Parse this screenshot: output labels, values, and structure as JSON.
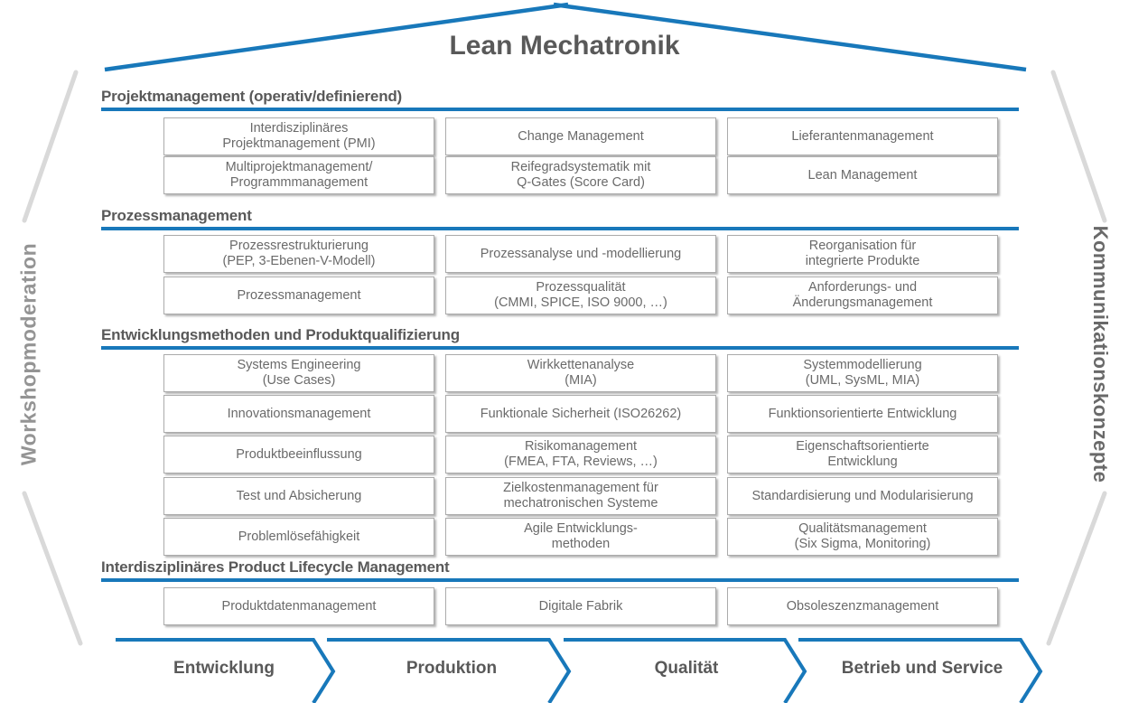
{
  "title": "Lean Mechatronik",
  "side_labels": {
    "left": "Workshopmoderation",
    "right": "Kommunikationskonzepte"
  },
  "colors": {
    "accent_blue": "#1878ba",
    "heading_gray": "#595959",
    "box_text_gray": "#6a6a6a",
    "corner_line_gray": "#d9d9d9"
  },
  "sections": [
    {
      "header": "Projektmanagement (operativ/definierend)",
      "rows": [
        [
          "Interdisziplinäres\nProjektmanagement (PMI)",
          "Change Management",
          "Lieferantenmanagement"
        ],
        [
          "Multiprojektmanagement/\nProgrammmanagement",
          "Reifegradsystematik mit\nQ-Gates (Score Card)",
          "Lean Management"
        ]
      ]
    },
    {
      "header": "Prozessmanagement",
      "rows": [
        [
          "Prozessrestrukturierung\n(PEP, 3-Ebenen-V-Modell)",
          "Prozessanalyse und -modellierung",
          "Reorganisation für\nintegrierte Produkte"
        ],
        [
          "Prozessmanagement",
          "Prozessqualität\n(CMMI, SPICE, ISO 9000, …)",
          "Anforderungs- und\nÄnderungsmanagement"
        ]
      ]
    },
    {
      "header": "Entwicklungsmethoden und Produktqualifizierung",
      "rows": [
        [
          "Systems Engineering\n(Use Cases)",
          "Wirkkettenanalyse\n(MIA)",
          "Systemmodellierung\n(UML, SysML, MIA)"
        ],
        [
          "Innovationsmanagement",
          "Funktionale Sicherheit (ISO26262)",
          "Funktionsorientierte Entwicklung"
        ],
        [
          "Produktbeeinflussung",
          "Risikomanagement\n(FMEA, FTA, Reviews, …)",
          "Eigenschaftsorientierte\nEntwicklung"
        ],
        [
          "Test und Absicherung",
          "Zielkostenmanagement für\nmechatronischen Systeme",
          "Standardisierung und Modularisierung"
        ],
        [
          "Problemlösefähigkeit",
          "Agile Entwicklungs-\nmethoden",
          "Qualitätsmanagement\n(Six Sigma, Monitoring)"
        ]
      ]
    },
    {
      "header": "Interdisziplinäres Product Lifecycle Management",
      "rows": [
        [
          "Produktdatenmanagement",
          "Digitale Fabrik",
          "Obsoleszenzmanagement"
        ]
      ]
    }
  ],
  "process_arrows": [
    "Entwicklung",
    "Produktion",
    "Qualität",
    "Betrieb und Service"
  ]
}
